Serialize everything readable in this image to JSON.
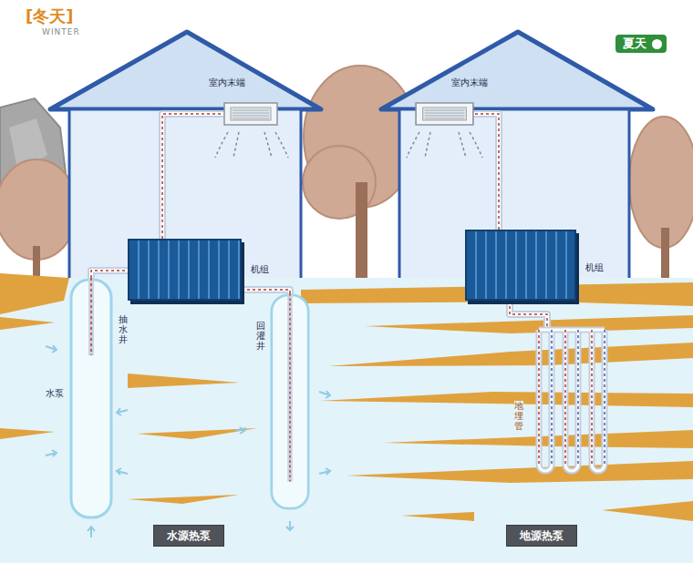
{
  "diagram": {
    "nodes": [
      {
        "text": [
          "室内末端"
        ]
      },
      {
        "text": [
          "机组"
        ]
      },
      {
        "text": [
          "抽水井"
        ]
      },
      {
        "text": [
          "回灌井"
        ]
      },
      {
        "text": [
          "室内末端"
        ]
      },
      {
        "text": [
          "机组"
        ]
      },
      {
        "text": [
          "地埋管"
        ]
      },
      {
        "text": [
          "水源热泵"
        ]
      },
      {
        "text": [
          "地源热泵"
        ]
      },
      {
        "text": [
          "夏天"
        ]
      }
    ],
    "edges": [
      {
        "from": 1,
        "to": 0,
        "arrow": "none"
      },
      {
        "from": 2,
        "to": 1,
        "arrow": "none"
      },
      {
        "from": 1,
        "to": 3,
        "arrow": "none"
      },
      {
        "from": 5,
        "to": 4,
        "arrow": "none"
      },
      {
        "from": 5,
        "to": 6,
        "arrow": "none"
      }
    ],
    "labels": [
      "[冬天]",
      "WINTER",
      "水泵"
    ]
  }
}
